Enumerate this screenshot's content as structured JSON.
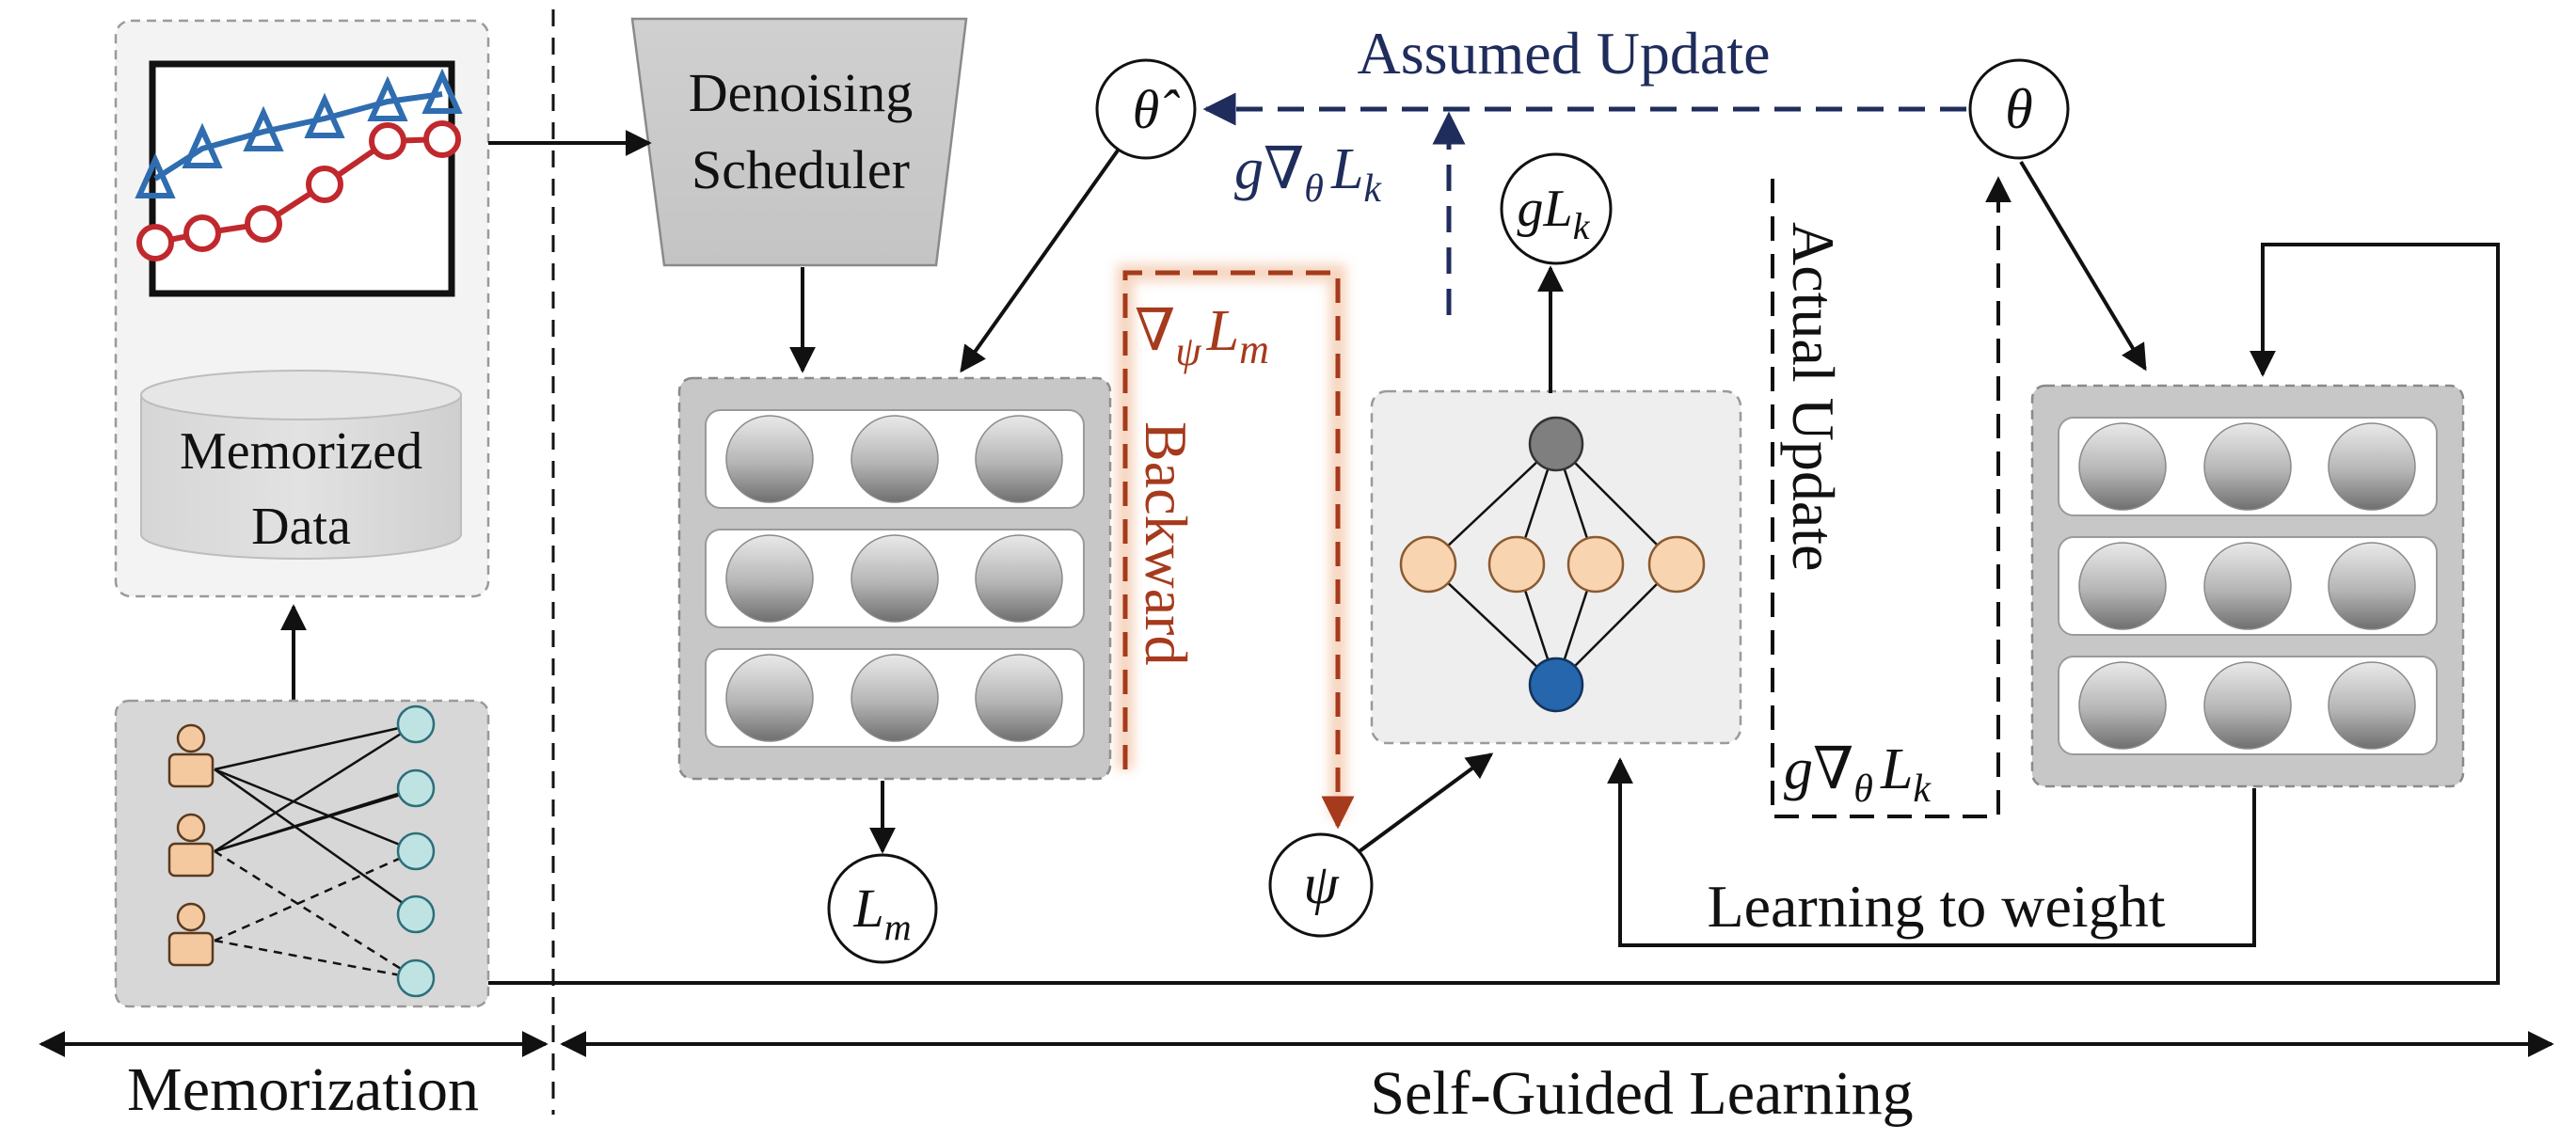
{
  "memory_box": {
    "database_label_line1": "Memorized",
    "database_label_line2": "Data"
  },
  "scheduler": {
    "label_line1": "Denoising",
    "label_line2": "Scheduler"
  },
  "symbols": {
    "theta_hat": "θ̂",
    "theta": "θ",
    "psi": "ψ",
    "loss_m": "L",
    "loss_m_sub": "m",
    "weighted_loss": "gL",
    "weighted_loss_sub": "k"
  },
  "labels": {
    "assumed_update": "Assumed Update",
    "assumed_grad": "g∇",
    "assumed_grad_theta": "θ",
    "assumed_grad_L": "L",
    "assumed_grad_k": "k",
    "backward": "Backward",
    "backward_grad": "∇",
    "backward_grad_psi": "ψ",
    "backward_grad_L": "L",
    "backward_grad_m": "m",
    "actual_update": "Actual Update",
    "actual_grad": "g∇",
    "actual_grad_theta": "θ",
    "actual_grad_L": "L",
    "actual_grad_k": "k",
    "learning_to_weight": "Learning to weight"
  },
  "phases": {
    "memorization": "Memorization",
    "self_guided": "Self-Guided Learning"
  },
  "colors": {
    "assumed_update": "#1f2d5c",
    "assumed_glow": "#a9c8e0",
    "backward": "#a63a1c",
    "backward_glow": "#f3c5a8",
    "line_series_a": "#2f6db0",
    "line_series_b": "#c0282d",
    "user_node": "#f5c9a0",
    "item_node": "#bfe3e3",
    "hidden_node": "#f8d4b0",
    "output_node": "#7f7f7f",
    "input_node": "#2566ad"
  },
  "icons": [
    "line-chart-icon",
    "database-icon",
    "user-icon",
    "neural-network-icon"
  ]
}
